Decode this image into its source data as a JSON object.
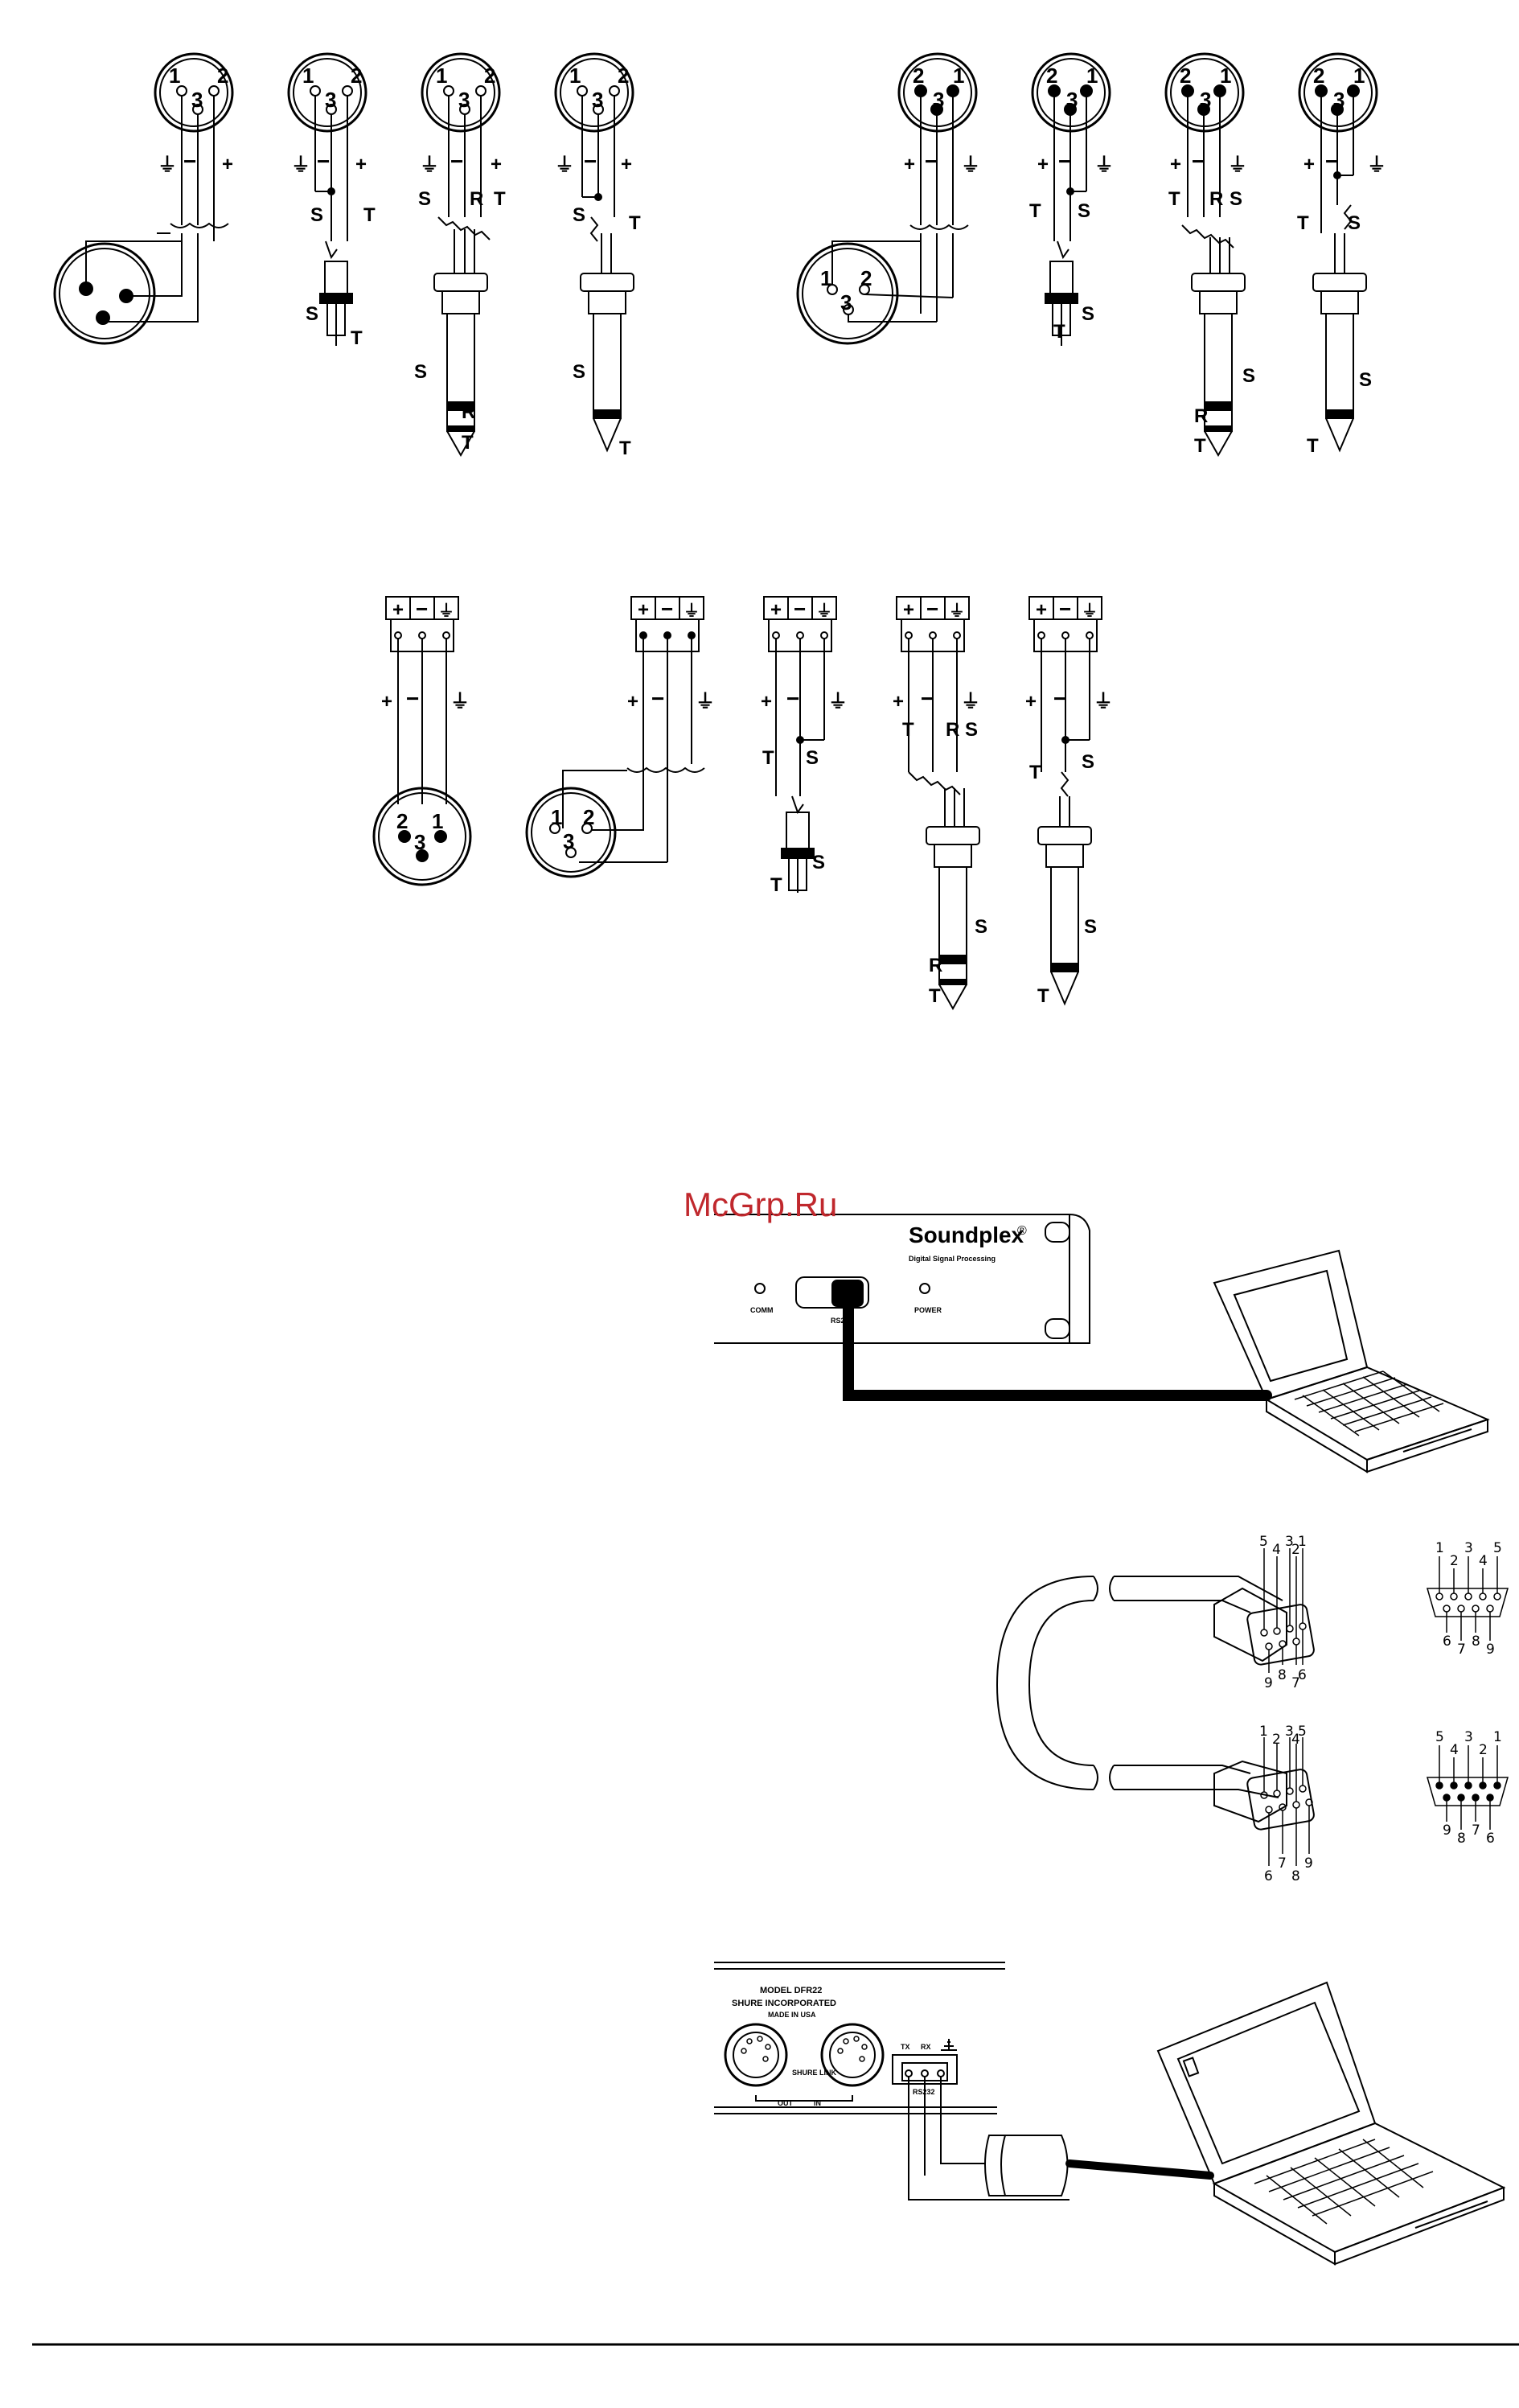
{
  "xlr_male_pins": [
    "1",
    "2",
    "3"
  ],
  "xlr_female_pins": [
    "2",
    "1",
    "3"
  ],
  "polarity": {
    "plus": "+",
    "minus": "−",
    "ground": "⏚"
  },
  "jack_labels": {
    "s": "S",
    "t": "T",
    "r": "R"
  },
  "terminal_block": {
    "plus": "+",
    "minus": "−",
    "ground": "⏚"
  },
  "watermark": "McGrp.Ru",
  "device1": {
    "brand": "Soundplex",
    "brand_mark": "®",
    "subtitle": "Digital Signal Processing",
    "led_comm": "COMM",
    "port": "RS232",
    "led_power": "POWER"
  },
  "db9_male_top": [
    "5",
    "4",
    "3",
    "2",
    "1"
  ],
  "db9_male_bottom": [
    "9",
    "8",
    "7",
    "6"
  ],
  "db9_female_top": [
    "1",
    "2",
    "3",
    "4",
    "5"
  ],
  "db9_female_bottom": [
    "6",
    "7",
    "8",
    "9"
  ],
  "device2": {
    "model": "MODEL DFR22",
    "maker": "SHURE INCORPORATED",
    "made_in": "MADE IN USA",
    "link_label": "SHURE LINK",
    "out_label": "OUT",
    "in_label": "IN",
    "tx": "TX",
    "rx": "RX",
    "port": "RS232"
  },
  "colors": {
    "ink": "#000000",
    "watermark": "#c0282d",
    "paper": "#ffffff"
  }
}
